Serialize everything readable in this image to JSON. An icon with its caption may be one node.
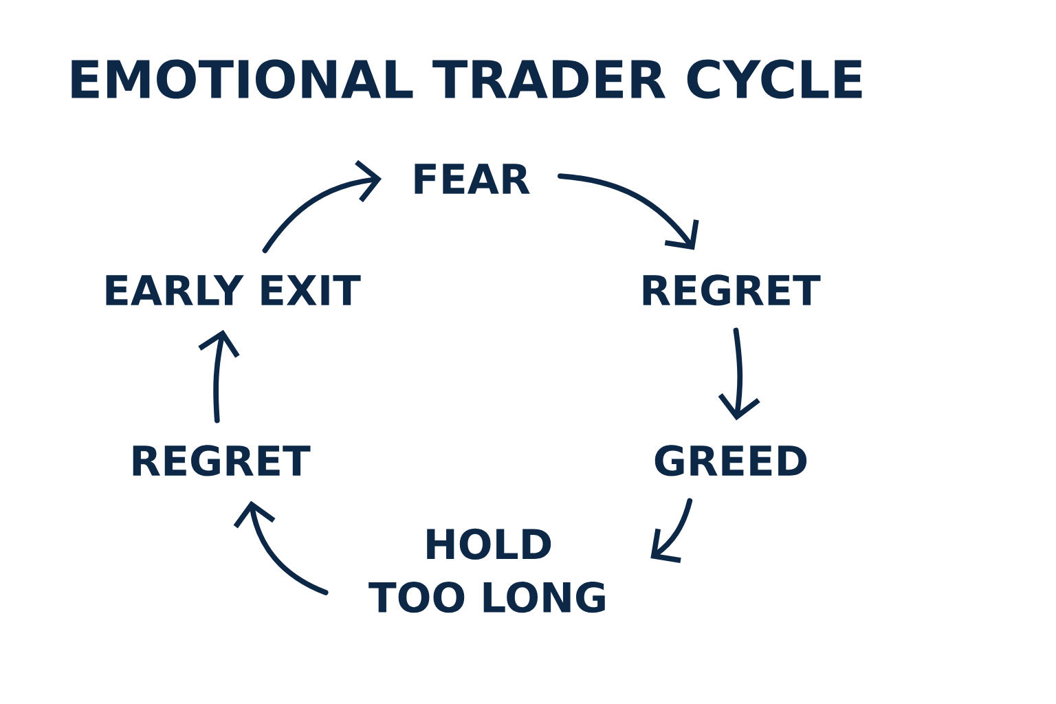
{
  "diagram": {
    "title": "EMOTIONAL TRADER CYCLE",
    "nodes": [
      {
        "text": [
          "FEAR"
        ]
      },
      {
        "text": [
          "REGRET"
        ]
      },
      {
        "text": [
          "GREED"
        ]
      },
      {
        "text": [
          "HOLD TOO LONG"
        ]
      },
      {
        "text": [
          "REGRET"
        ]
      },
      {
        "text": [
          "EARLY EXIT"
        ]
      }
    ],
    "edges": [
      {
        "from": 0,
        "to": 1,
        "arrow": "to"
      },
      {
        "from": 1,
        "to": 2,
        "arrow": "to"
      },
      {
        "from": 2,
        "to": 3,
        "arrow": "to"
      },
      {
        "from": 3,
        "to": 4,
        "arrow": "to"
      },
      {
        "from": 4,
        "to": 5,
        "arrow": "to"
      },
      {
        "from": 5,
        "to": 0,
        "arrow": "to"
      }
    ]
  }
}
